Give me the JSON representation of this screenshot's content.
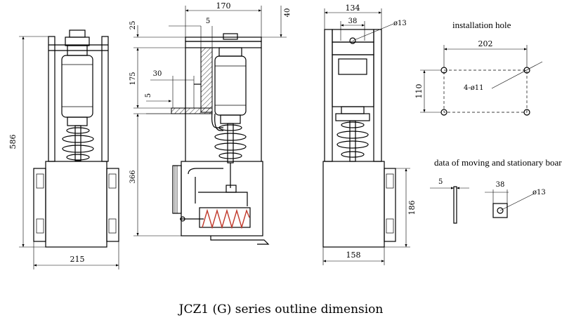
{
  "caption": "JCZ1 (G) series outline dimension",
  "labels": {
    "installation_hole": "installation hole",
    "board_title": "data of moving and stationary board"
  },
  "left_view": {
    "height": "586",
    "width": "215"
  },
  "section_view": {
    "width": "170",
    "dim_5_top": "5",
    "dim_40": "40",
    "dim_25": "25",
    "dim_175": "175",
    "dim_30": "30",
    "dim_5_mid": "5",
    "dim_366": "366"
  },
  "side_view": {
    "width": "134",
    "dim_38": "38",
    "hole": "ø13",
    "base_width": "158",
    "base_height": "186"
  },
  "installation": {
    "spacing_w": "202",
    "spacing_h": "110",
    "holes": "4-ø11"
  },
  "board": {
    "thickness": "5",
    "dim_38": "38",
    "hole": "ø13"
  }
}
